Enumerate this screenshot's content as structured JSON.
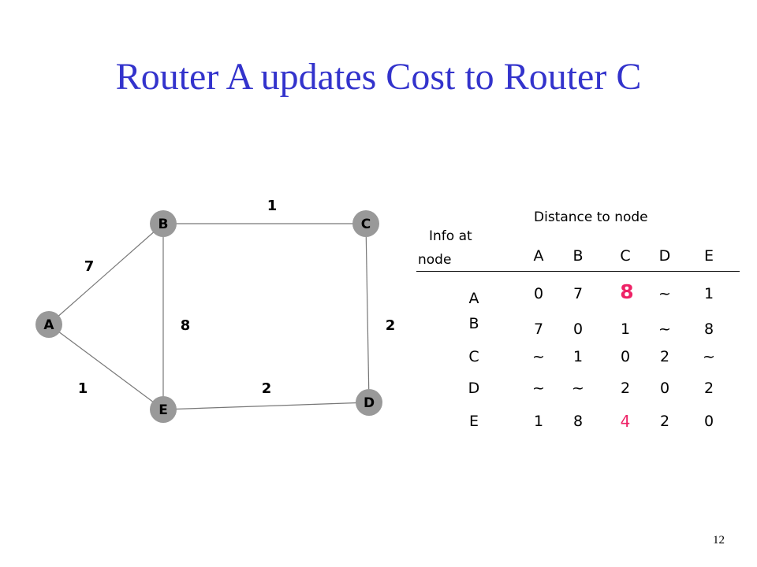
{
  "title": "Router A updates Cost to Router C",
  "page_number": "12",
  "graph": {
    "nodes": [
      {
        "id": "A",
        "label": "A"
      },
      {
        "id": "B",
        "label": "B"
      },
      {
        "id": "C",
        "label": "C"
      },
      {
        "id": "D",
        "label": "D"
      },
      {
        "id": "E",
        "label": "E"
      }
    ],
    "edges": [
      {
        "from": "A",
        "to": "B",
        "cost": "7"
      },
      {
        "from": "B",
        "to": "C",
        "cost": "1"
      },
      {
        "from": "B",
        "to": "E",
        "cost": "8"
      },
      {
        "from": "C",
        "to": "D",
        "cost": "2"
      },
      {
        "from": "A",
        "to": "E",
        "cost": "1"
      },
      {
        "from": "E",
        "to": "D",
        "cost": "2"
      }
    ],
    "node_color": "#999999"
  },
  "table": {
    "row_header_line1": "Info at",
    "row_header_line2": "node",
    "col_header": "Distance to node",
    "columns": [
      "A",
      "B",
      "C",
      "D",
      "E"
    ],
    "rows": [
      {
        "node": "A",
        "values": [
          "0",
          "7",
          "8",
          "~",
          "1"
        ]
      },
      {
        "node": "B",
        "values": [
          "7",
          "0",
          "1",
          "~",
          "8"
        ]
      },
      {
        "node": "C",
        "values": [
          "~",
          "1",
          "0",
          "2",
          "~"
        ]
      },
      {
        "node": "D",
        "values": [
          "~",
          "~",
          "2",
          "0",
          "2"
        ]
      },
      {
        "node": "E",
        "values": [
          "1",
          "8",
          "4",
          "2",
          "0"
        ]
      }
    ],
    "highlight_color": "#ee2266"
  }
}
